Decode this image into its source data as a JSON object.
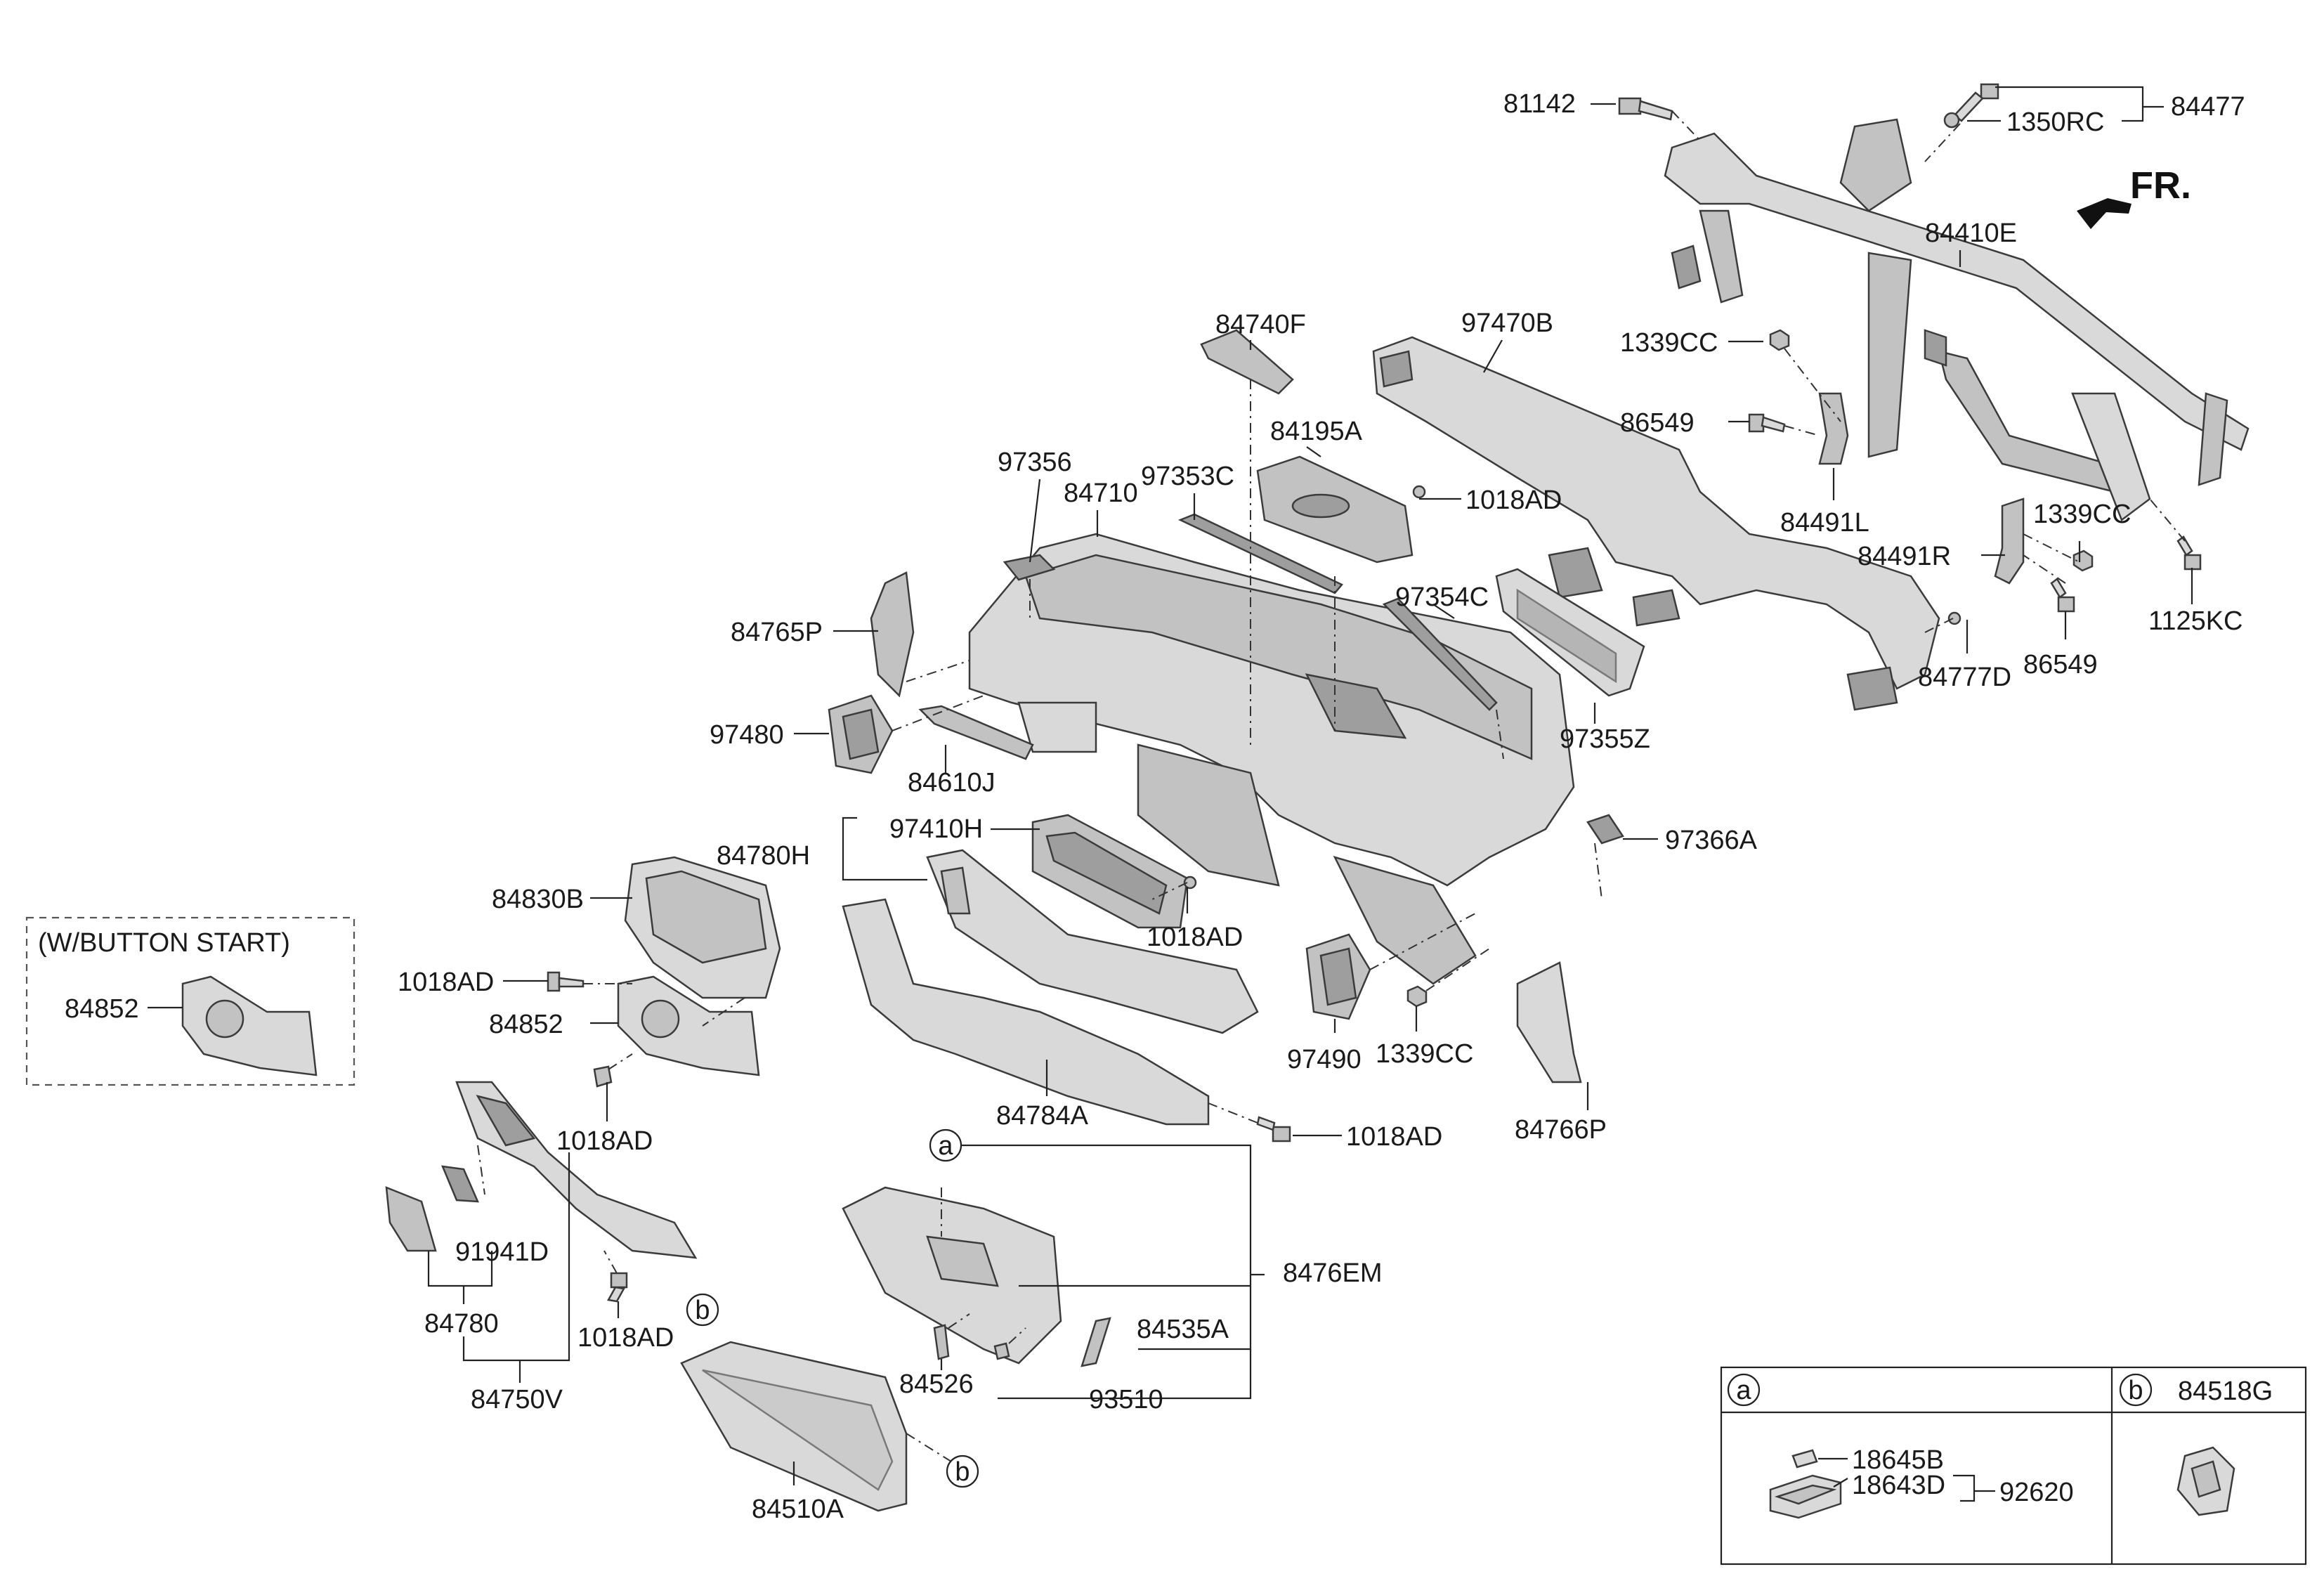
{
  "front_marker": "FR.",
  "variant_note": "(W/BUTTON START)",
  "callouts": {
    "a": "a",
    "b": "b"
  },
  "labels": {
    "p81142": "81142",
    "p84477": "84477",
    "p1350RC": "1350RC",
    "p84410E": "84410E",
    "p84740F": "84740F",
    "p97470B": "97470B",
    "p1339CC_top": "1339CC",
    "p86549_top": "86549",
    "p84195A": "84195A",
    "p97356": "97356",
    "p97353C": "97353C",
    "p84710": "84710",
    "p1018AD_a": "1018AD",
    "p84491L": "84491L",
    "p1339CC_right": "1339CC",
    "p84491R": "84491R",
    "p1125KC": "1125KC",
    "p97354C": "97354C",
    "p86549_bottom": "86549",
    "p84765P": "84765P",
    "p84777D": "84777D",
    "p97480": "97480",
    "p97355Z": "97355Z",
    "p84610J": "84610J",
    "p97410H": "97410H",
    "p84780H": "84780H",
    "p97366A": "97366A",
    "p84830B": "84830B",
    "p1018AD_b": "1018AD",
    "p1018AD_c": "1018AD",
    "p84852_box": "84852",
    "p84852": "84852",
    "p97490": "97490",
    "p1339CC_bottom": "1339CC",
    "p84784A": "84784A",
    "p1018AD_d": "1018AD",
    "p84766P": "84766P",
    "p1018AD_e": "1018AD",
    "p8476EM": "8476EM",
    "p91941D": "91941D",
    "p84780": "84780",
    "p1018AD_f": "1018AD",
    "p84535A": "84535A",
    "p84750V": "84750V",
    "p84526": "84526",
    "p93510": "93510",
    "p84510A": "84510A"
  },
  "legend": {
    "a_header": "a",
    "b_header": "b",
    "b_part": "84518G",
    "p18645B": "18645B",
    "p18643D": "18643D",
    "p92620": "92620"
  }
}
